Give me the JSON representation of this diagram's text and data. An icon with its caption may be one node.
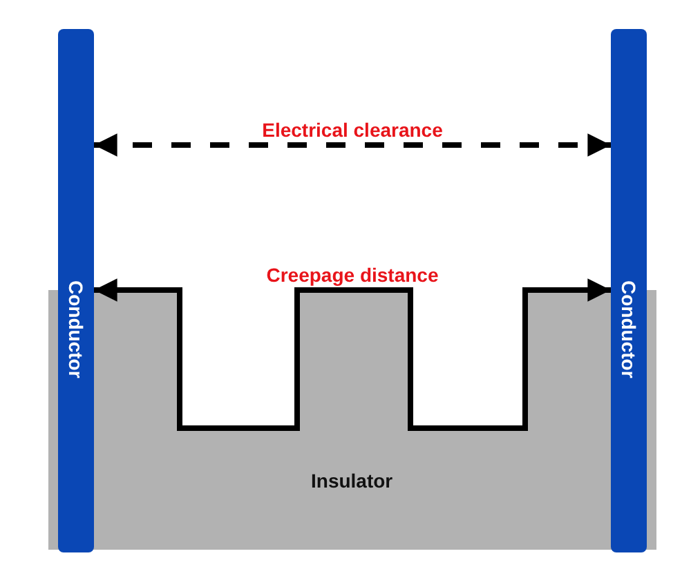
{
  "diagram": {
    "nodes": [
      {
        "text": [
          "Conductor"
        ]
      },
      {
        "text": [
          "Conductor"
        ]
      },
      {
        "text": [
          "Insulator"
        ]
      }
    ],
    "edges": [
      {
        "from": 0,
        "to": 1,
        "arrow": "both",
        "label": "Electrical clearance",
        "style": "dashed"
      },
      {
        "from": 0,
        "to": 1,
        "arrow": "both",
        "label": "Creepage distance"
      }
    ]
  }
}
